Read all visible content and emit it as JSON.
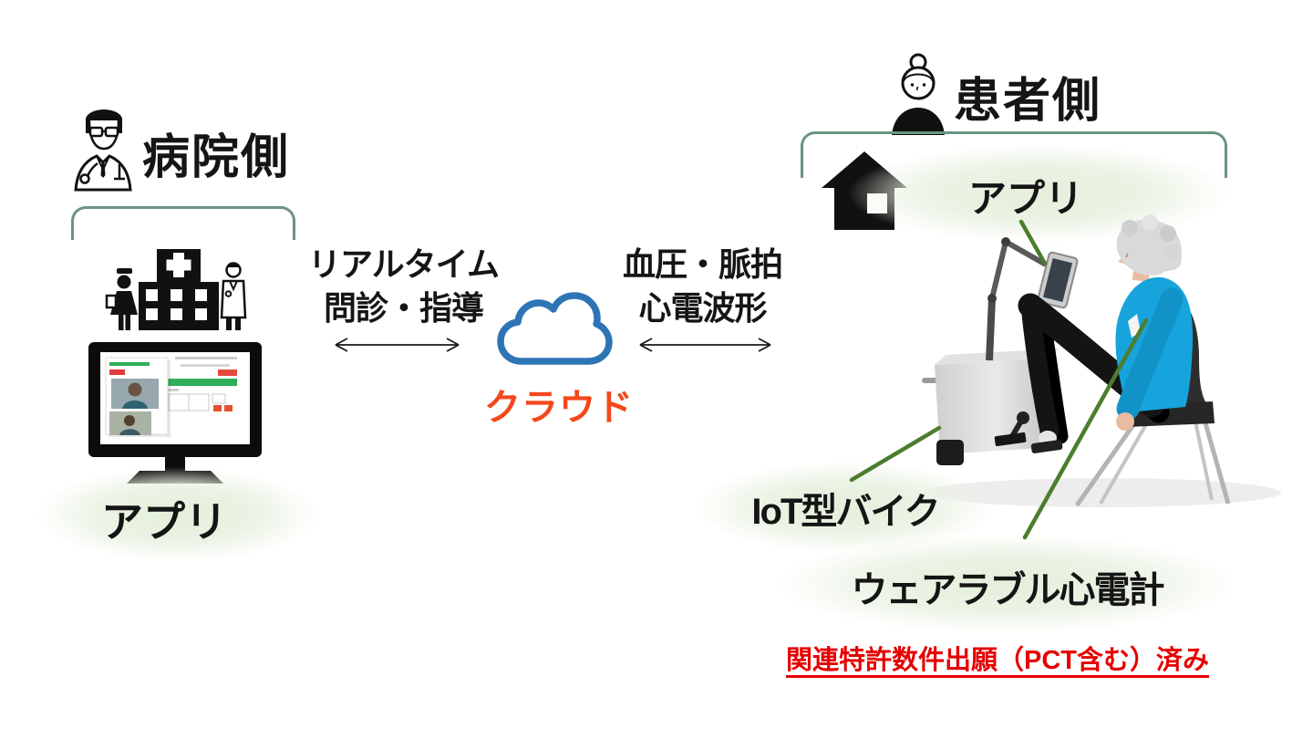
{
  "hospital": {
    "title": "病院側",
    "app_label": "アプリ"
  },
  "flows": {
    "left": {
      "line1": "リアルタイム",
      "line2": "問診・指導"
    },
    "right": {
      "line1": "血圧・脈拍",
      "line2": "心電波形"
    }
  },
  "cloud": {
    "label": "クラウド"
  },
  "patient": {
    "title": "患者側",
    "app_label": "アプリ",
    "bike_label": "IoT型バイク",
    "ecg_label": "ウェアラブル心電計"
  },
  "footnote": {
    "text": "関連特許数件出願（PCT含む）済み"
  },
  "colors": {
    "bracket_green": "#6B947F",
    "callout_green": "#4C7D2F",
    "cloud_blue": "#2E75B5",
    "cloud_label_orange": "#F4481C",
    "footnote_red": "#E60000",
    "glow_green": "#E5EFDD"
  }
}
